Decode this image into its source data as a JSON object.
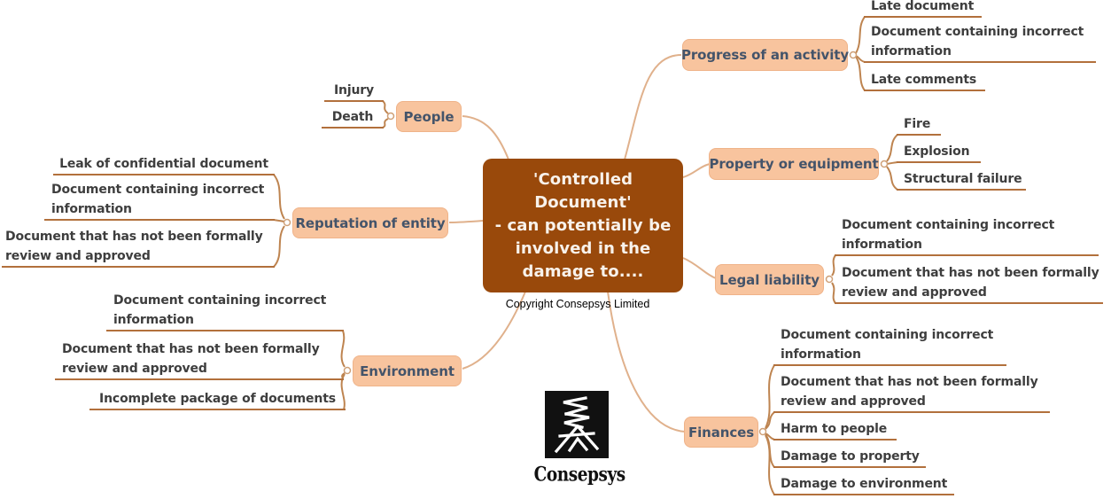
{
  "central": {
    "lines": [
      "'Controlled",
      "Document'",
      "- can potentially be",
      "involved in the",
      "damage to...."
    ],
    "full_text": "'Controlled Document' - can potentially be involved in the damage to...."
  },
  "copyright": "Copyright Consepsys Limited",
  "logo": {
    "wordmark": "Consepsys",
    "mark": "consepsys-derrick-logo"
  },
  "branches": [
    {
      "label": "Progress of an activity",
      "side": "right",
      "leaves": [
        "Late document",
        "Document containing incorrect information",
        "Late comments"
      ]
    },
    {
      "label": "Property or equipment",
      "side": "right",
      "leaves": [
        "Fire",
        "Explosion",
        "Structural failure"
      ]
    },
    {
      "label": "Legal liability",
      "side": "right",
      "leaves": [
        "Document containing incorrect information",
        "Document that has not been formally review and approved"
      ]
    },
    {
      "label": "Finances",
      "side": "right",
      "leaves": [
        "Document containing incorrect information",
        "Document that has not been formally review and approved",
        "Harm to people",
        "Damage to property",
        "Damage to environment"
      ]
    },
    {
      "label": "People",
      "side": "left",
      "leaves": [
        "Injury",
        "Death"
      ]
    },
    {
      "label": "Reputation of entity",
      "side": "left",
      "leaves": [
        "Leak of confidential document",
        "Document containing incorrect information",
        "Document that has not been formally review and approved"
      ]
    },
    {
      "label": "Environment",
      "side": "left",
      "leaves": [
        "Document containing incorrect information",
        "Document that has not been formally review and approved",
        "Incomplete package of documents"
      ]
    }
  ],
  "colors": {
    "central_fill": "#99490B",
    "central_text": "#F8F2EB",
    "branch_fill": "#F8C49E",
    "branch_text": "#44546A",
    "leaf_text": "#3E3E3E",
    "leaf_underline": "#B2703C",
    "connector": "#E0B18C",
    "bracket": "#BE8450"
  }
}
